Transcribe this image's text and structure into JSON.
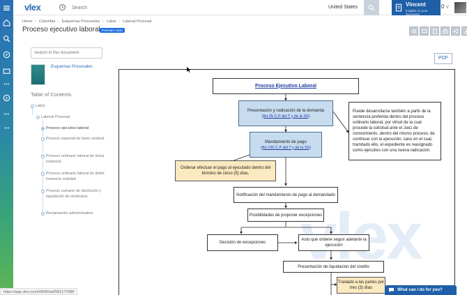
{
  "app": {
    "logo": "vlex",
    "search_placeholder": "Search",
    "country": "United States",
    "user_name": "Vincent",
    "user_sub": "Insights on your document",
    "coins": "0",
    "coins_icon": "V"
  },
  "breadcrumb": [
    "Home",
    "Colombia",
    "Esquemas Procesales",
    "Labor",
    "Laboral Procesal"
  ],
  "page": {
    "title": "Proceso ejecutivo laboral",
    "badge": "Premium news",
    "pdf_label": "PDF"
  },
  "sidebar": {
    "search_placeholder": "Search in this document",
    "book_title": "Esquemas Procesales",
    "toc_heading": "Table of Contents",
    "toc": [
      {
        "label": "Labor",
        "level": 0
      },
      {
        "label": "Laboral Procesal",
        "level": 1
      },
      {
        "label": "Proceso ejecutivo laboral",
        "level": 2,
        "active": true
      },
      {
        "label": "Proceso especial de fuero sindical",
        "level": 2
      },
      {
        "label": "Proceso ordinario laboral de única instancia",
        "level": 2
      },
      {
        "label": "Proceso ordinario laboral de doble instancia oralidad",
        "level": 2
      },
      {
        "label": "Proceso sumario de disolución y liquidación de sindicatos",
        "level": 2
      },
      {
        "label": "Reclamación administrativa",
        "level": 2
      }
    ]
  },
  "flowchart": {
    "watermark": "vlex",
    "title": "Proceso Ejecutivo Laboral",
    "step1": "Presentación y radicación de la demanda",
    "step1_ref": "(Art 25 C.P del T y de la SS)",
    "note": "Puede desarrollarse también a partir de la sentencia proferida dentro del proceso ordinario laboral, por virtud de la cual procede la solicitud ante el Juez de conocimiento, dentro del mismo proceso, de continuar con la ejecución, caso en el cual, tramitado ello, el expediente es reasignado como ejecutivo con una nueva radicación.",
    "step2": "Mandamiento de pago",
    "step2_ref": "(Art 100 C.P del T y de la SS)",
    "order_payment": "Ordenar efectuar el pago al ejecutado dentro del término de cinco (5) días.",
    "notification": "Notificación del mandamiento de pago al demandado",
    "exceptions": "Posibilidades de proponer excepciones",
    "decision": "Decisión de excepciones",
    "auto": "Auto que ordene seguir adelante la ejecución",
    "liquidation": "Presentación de liquidacion del credito",
    "traslado": "Traslado a las partes por tres (3) días"
  },
  "status_url": "https://app.vlex.com/#WW/vid/581177088",
  "chat_label": "What can I do for you?"
}
